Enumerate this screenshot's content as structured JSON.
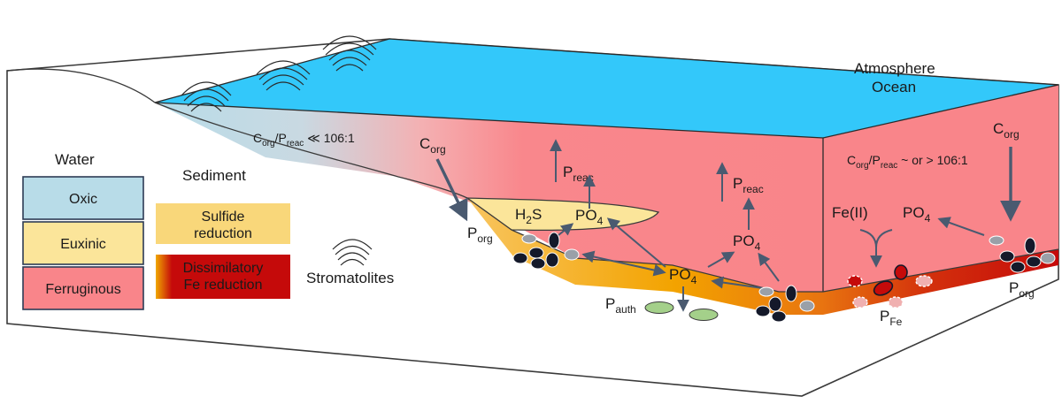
{
  "labels": {
    "atmosphere": "Atmosphere",
    "ocean": "Ocean",
    "water": "Water",
    "sediment": "Sediment",
    "stromatolites": "Stromatolites",
    "ratio_left": {
      "c": "C",
      "c_sub": "org",
      "slash": "/P",
      "p_sub": "reac",
      "tail": " ≪ 106:1"
    },
    "ratio_right": {
      "c": "C",
      "c_sub": "org",
      "slash": "/P",
      "p_sub": "reac",
      "tail": " ~ or > 106:1"
    },
    "corg": {
      "base": "C",
      "sub": "org"
    },
    "porg": {
      "base": "P",
      "sub": "org"
    },
    "preac": {
      "base": "P",
      "sub": "reac"
    },
    "pauth": {
      "base": "P",
      "sub": "auth"
    },
    "pfe": {
      "base": "P",
      "sub": "Fe"
    },
    "po4": {
      "base": "PO",
      "sub": "4"
    },
    "h2s": {
      "base": "H",
      "sub": "2",
      "tail": "S"
    },
    "fe2": "Fe(II)"
  },
  "legend": {
    "water_items": [
      {
        "label": "Oxic",
        "color": "#b8dce8"
      },
      {
        "label": "Euxinic",
        "color": "#fbe59a"
      },
      {
        "label": "Ferruginous",
        "color": "#f9858a"
      }
    ],
    "sediment_items": [
      {
        "label_lines": [
          "Sulfide",
          "reduction"
        ],
        "color": "#f9d77a"
      },
      {
        "label_lines": [
          "Dissimilatory",
          "Fe reduction"
        ],
        "color": "#c50a0a"
      }
    ]
  },
  "colors": {
    "ocean_surface": "#33c8fa",
    "oxic_water": "#b8dce8",
    "euxinic": "#fbe59a",
    "ferruginous": "#f9858a",
    "sulfide_sediment": "#f3a800",
    "fe_reduction_sediment": "#c50a0a",
    "authigenic_p": "#a4d08a",
    "arrow": "#4a5a70",
    "particle": "#14192a",
    "particle_grey": "#9aa0a8"
  }
}
